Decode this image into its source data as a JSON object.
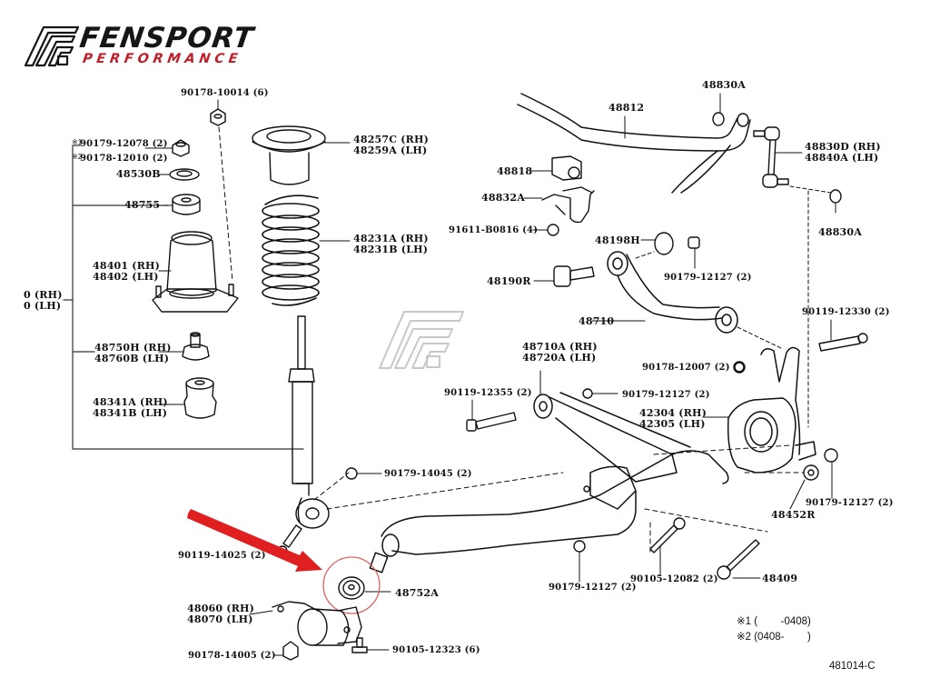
{
  "brand": {
    "name": "FENSPORT",
    "tagline": "PERFORMANCE",
    "colors": {
      "primary": "#161616",
      "accent": "#c0202a",
      "watermark": "#c8c8c8"
    }
  },
  "diagram": {
    "title": "Rear suspension exploded parts diagram",
    "highlight": {
      "part": "48752A",
      "color": "#e02020",
      "marker": "red-arrow-and-circle"
    },
    "callouts": {
      "p90178_10014": "90178-10014 (6)",
      "p90179_12078": "90179-12078 (2)",
      "p90178_12010": "90178-12010 (2)",
      "p48530B": "48530B",
      "p48755": "48755",
      "p48401": [
        "48401 (RH)",
        "48402 (LH)"
      ],
      "p_assy_left": [
        "0 (RH)",
        "0 (LH)"
      ],
      "p48750H": [
        "48750H (RH)",
        "48760B (LH)"
      ],
      "p48341A": [
        "48341A (RH)",
        "48341B (LH)"
      ],
      "p48257C": [
        "48257C (RH)",
        "48259A (LH)"
      ],
      "p48231A": [
        "48231A (RH)",
        "48231B (LH)"
      ],
      "p48812": "48812",
      "p48830A_top": "48830A",
      "p48830D": [
        "48830D (RH)",
        "48840A (LH)"
      ],
      "p48830A_right": "48830A",
      "p48818": "48818",
      "p48832A": "48832A",
      "p91611": "91611-B0816 (4)",
      "p48198H": "48198H",
      "p48190R": "48190R",
      "p90179_12127_a": "90179-12127 (2)",
      "p48710": "48710",
      "p90119_12330": "90119-12330 (2)",
      "p48710A": [
        "48710A (RH)",
        "48720A (LH)"
      ],
      "p90178_12007": "90178-12007 (2)",
      "p90119_12355": "90119-12355 (2)",
      "p90179_12127_b": "90179-12127 (2)",
      "p42304": [
        "42304 (RH)",
        "42305 (LH)"
      ],
      "p90179_14045": "90179-14045 (2)",
      "p90179_12127_c": "90179-12127 (2)",
      "p48452R": "48452R",
      "p90119_14025": "90119-14025 (2)",
      "p48752A": "48752A",
      "p48060": [
        "48060 (RH)",
        "48070 (LH)"
      ],
      "p90179_12127_d": "90179-12127 (2)",
      "p90105_12082": "90105-12082 (2)",
      "p48409": "48409",
      "p90178_14005": "90178-14005 (2)",
      "p90105_12323": "90105-12323 (6)"
    },
    "footnote_marks": {
      "mark1": "※1",
      "mark2": "※2"
    },
    "notes": {
      "note1": "※1 (        -0408)",
      "note2": "※2 (0408-        )"
    },
    "diagram_code": "481014-C"
  }
}
